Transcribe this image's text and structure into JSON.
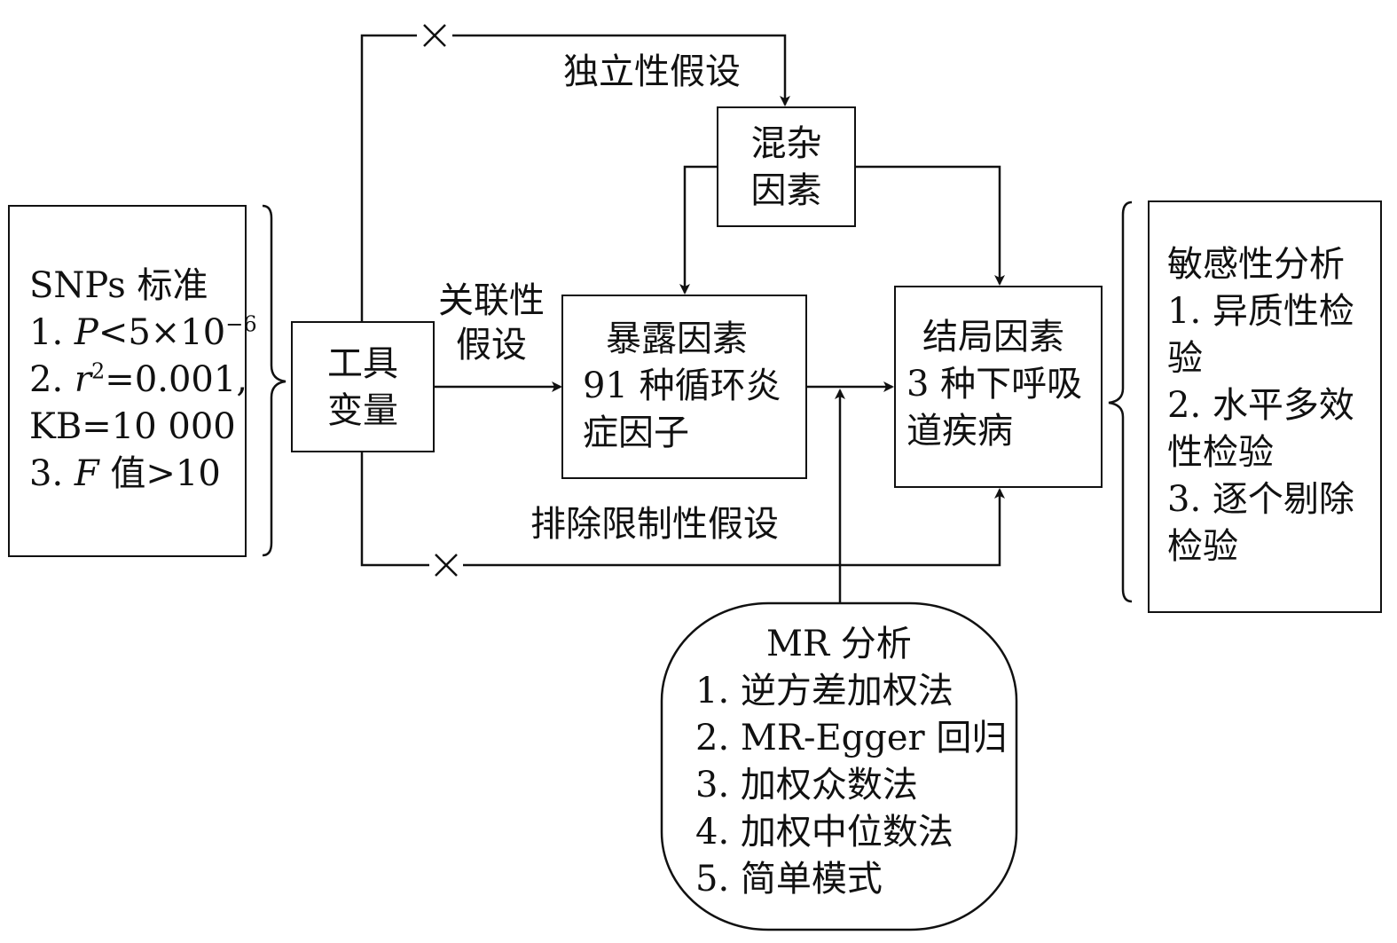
{
  "snps_box": {
    "title": "SNPs 标准",
    "item1_prefix": "1. ",
    "item1_var": "P",
    "item1_rest": "<5×10",
    "item1_exp": "−6",
    "item2_prefix": "2. ",
    "item2_var": "r",
    "item2_exp": "2",
    "item2_rest": "=0.001,",
    "item2b": "KB=10 000",
    "item3_prefix": "3. ",
    "item3_var": "F",
    "item3_rest": " 值>10"
  },
  "instrument_box": {
    "line1": "工具",
    "line2": "变量"
  },
  "confounder_box": {
    "line1": "混杂",
    "line2": "因素"
  },
  "exposure_box": {
    "line1": "暴露因素",
    "line2": "91 种循环炎",
    "line3": "症因子"
  },
  "outcome_box": {
    "line1": "结局因素",
    "line2": "3 种下呼吸",
    "line3": "道疾病"
  },
  "sensitivity_box": {
    "title": "敏感性分析",
    "line1": "1. 异质性检",
    "line2": "验",
    "line3": "2. 水平多效",
    "line4": "性检验",
    "line5": "3. 逐个剔除",
    "line6": "检验"
  },
  "mr_box": {
    "title": "MR 分析",
    "items": [
      "1. 逆方差加权法",
      "2. MR-Egger 回归",
      "3. 加权众数法",
      "4. 加权中位数法",
      "5. 简单模式"
    ]
  },
  "labels": {
    "independence": "独立性假设",
    "association_line1": "关联性",
    "association_line2": "假设",
    "exclusion": "排除限制性假设"
  }
}
